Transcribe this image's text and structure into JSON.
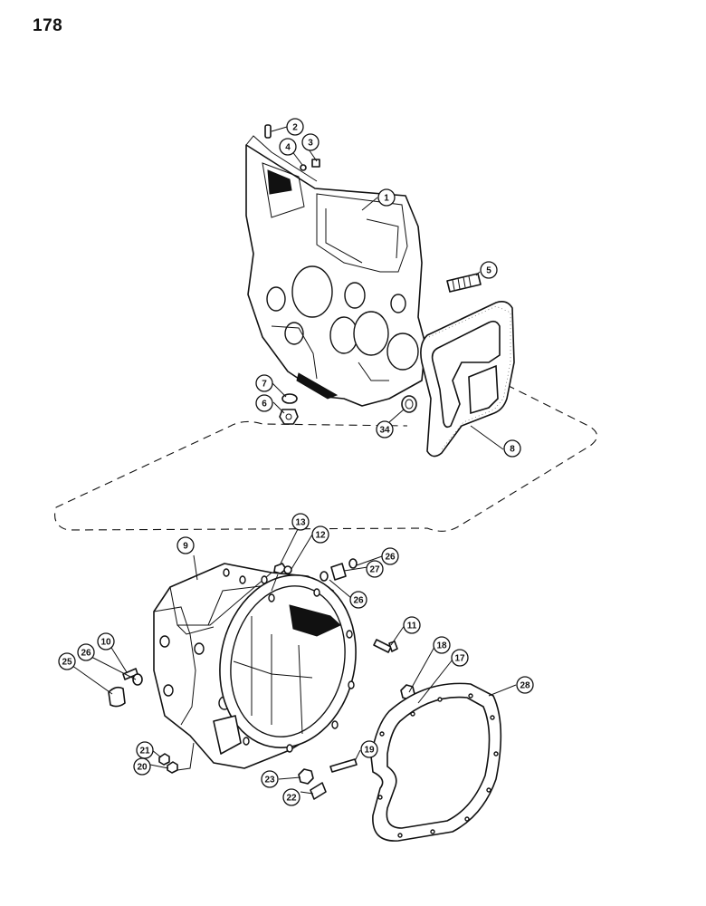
{
  "page": {
    "number": "178"
  },
  "callouts": [
    {
      "id": "c1",
      "label": "1"
    },
    {
      "id": "c2",
      "label": "2"
    },
    {
      "id": "c3",
      "label": "3"
    },
    {
      "id": "c4",
      "label": "4"
    },
    {
      "id": "c5",
      "label": "5"
    },
    {
      "id": "c6",
      "label": "6"
    },
    {
      "id": "c7",
      "label": "7"
    },
    {
      "id": "c8",
      "label": "8"
    },
    {
      "id": "c9",
      "label": "9"
    },
    {
      "id": "c10",
      "label": "10"
    },
    {
      "id": "c11",
      "label": "11"
    },
    {
      "id": "c12",
      "label": "12"
    },
    {
      "id": "c13",
      "label": "13"
    },
    {
      "id": "c17",
      "label": "17"
    },
    {
      "id": "c18",
      "label": "18"
    },
    {
      "id": "c19",
      "label": "19"
    },
    {
      "id": "c20",
      "label": "20"
    },
    {
      "id": "c21",
      "label": "21"
    },
    {
      "id": "c22",
      "label": "22"
    },
    {
      "id": "c23",
      "label": "23"
    },
    {
      "id": "c25",
      "label": "25"
    },
    {
      "id": "c26a",
      "label": "26"
    },
    {
      "id": "c26b",
      "label": "26"
    },
    {
      "id": "c26c",
      "label": "26"
    },
    {
      "id": "c27",
      "label": "27"
    },
    {
      "id": "c28",
      "label": "28"
    },
    {
      "id": "c34",
      "label": "34"
    }
  ]
}
